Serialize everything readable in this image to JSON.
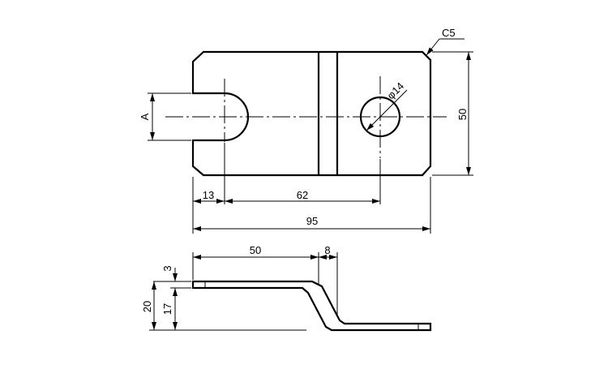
{
  "top_view": {
    "chamfer_label": "C5",
    "dim_height": "50",
    "dim_hole": "φ14",
    "dim_slot_width": "A",
    "dim_slot_depth": "13",
    "dim_hole_position": "62",
    "dim_total_length": "95"
  },
  "side_view": {
    "dim_flange_length": "50",
    "dim_bend_offset": "8",
    "dim_thickness": "3",
    "dim_total_height": "20",
    "dim_step_height": "17"
  }
}
